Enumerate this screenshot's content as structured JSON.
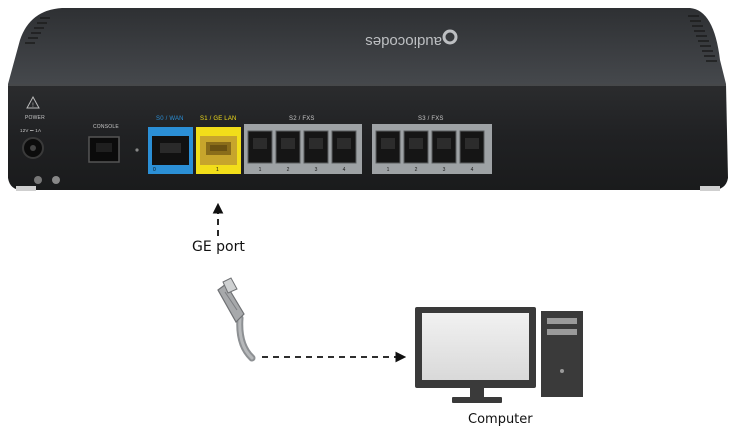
{
  "device": {
    "brand": "audiocodes",
    "power_label": "POWER",
    "power_rating": "12V ⎓ 1A",
    "console_label": "CONSOLE",
    "wan_label": "S0 / WAN",
    "lan_label": "S1 / GE LAN",
    "fxs2_label": "S2 / FXS",
    "fxs3_label": "S3 / FXS",
    "port_numbers": [
      "1",
      "2",
      "3",
      "4"
    ],
    "wan_port_number": "0",
    "lan_port_number": "1",
    "accent_wan": "#2b8fd6",
    "accent_lan": "#f2de1a"
  },
  "annotations": {
    "ge_port_label": "GE port",
    "computer_label": "Computer"
  }
}
